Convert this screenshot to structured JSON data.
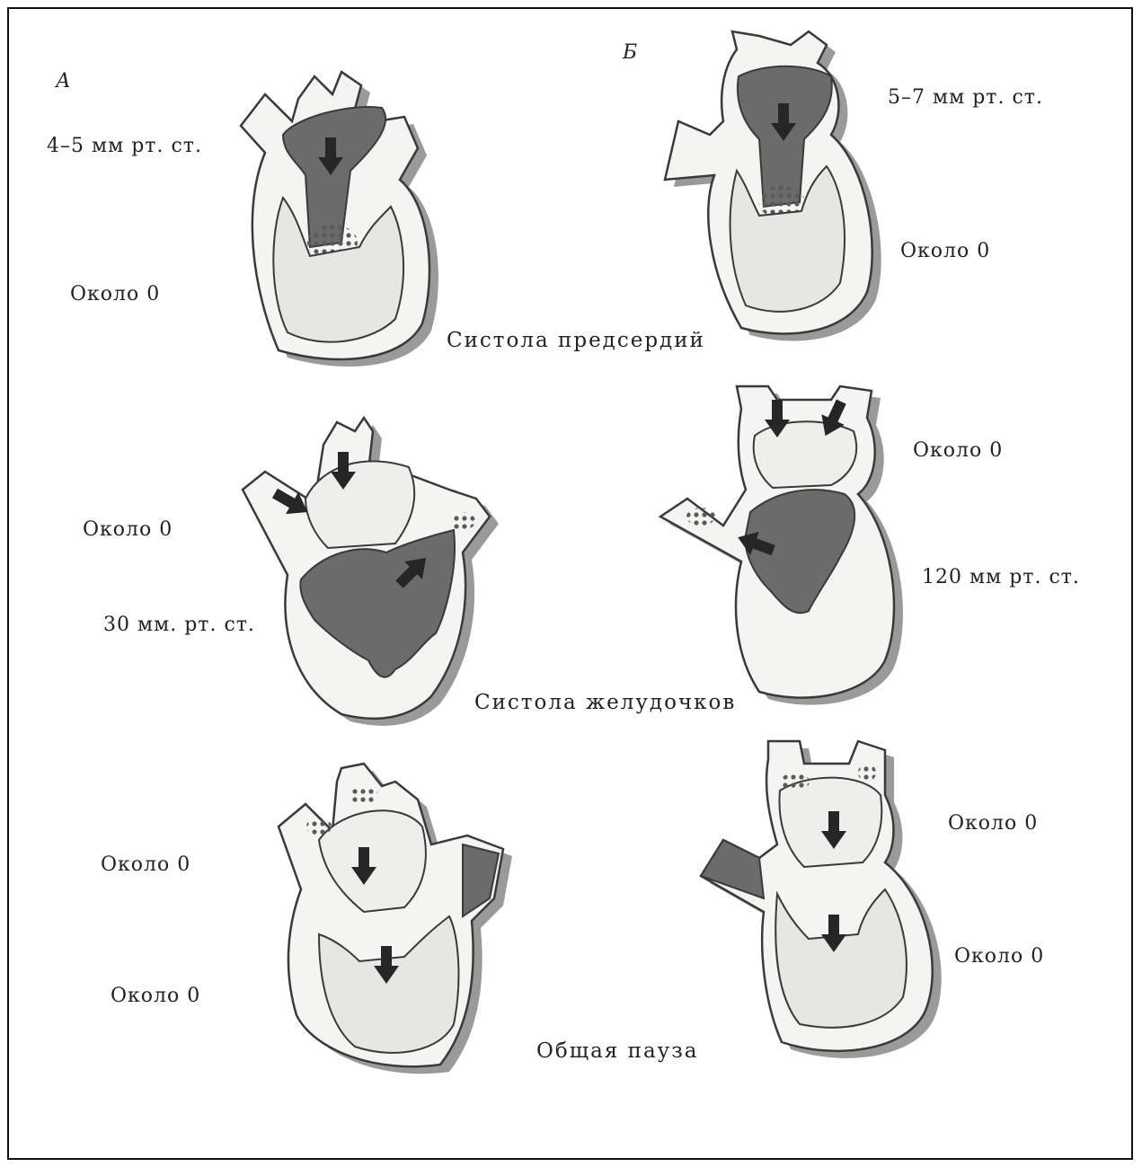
{
  "panels": {
    "a": "А",
    "b": "Б"
  },
  "captions": {
    "atrial_systole": "Систола предсердий",
    "ventricular_systole": "Систола желудочков",
    "general_pause": "Общая пауза"
  },
  "labels": {
    "r1_left_top": "4–5 мм рт. ст.",
    "r1_left_bottom": "Около 0",
    "r1_right_top": "5–7 мм рт. ст.",
    "r1_right_bottom": "Около 0",
    "r2_left_top": "Около 0",
    "r2_left_bottom": "30 мм. рт. ст.",
    "r2_right_top": "Около 0",
    "r2_right_bottom": "120 мм рт. ст.",
    "r3_left_top": "Около 0",
    "r3_left_bottom": "Около 0",
    "r3_right_top": "Около 0",
    "r3_right_bottom": "Около 0"
  },
  "colors": {
    "blood": "#6b6b6b",
    "wall": "#f4f4f2",
    "outline": "#3a3a3a",
    "shadow": "#9a9a9a",
    "arrow": "#262626"
  },
  "icons": {
    "arrow": "blood-flow-arrow-icon",
    "heart": "heart-section-icon"
  }
}
